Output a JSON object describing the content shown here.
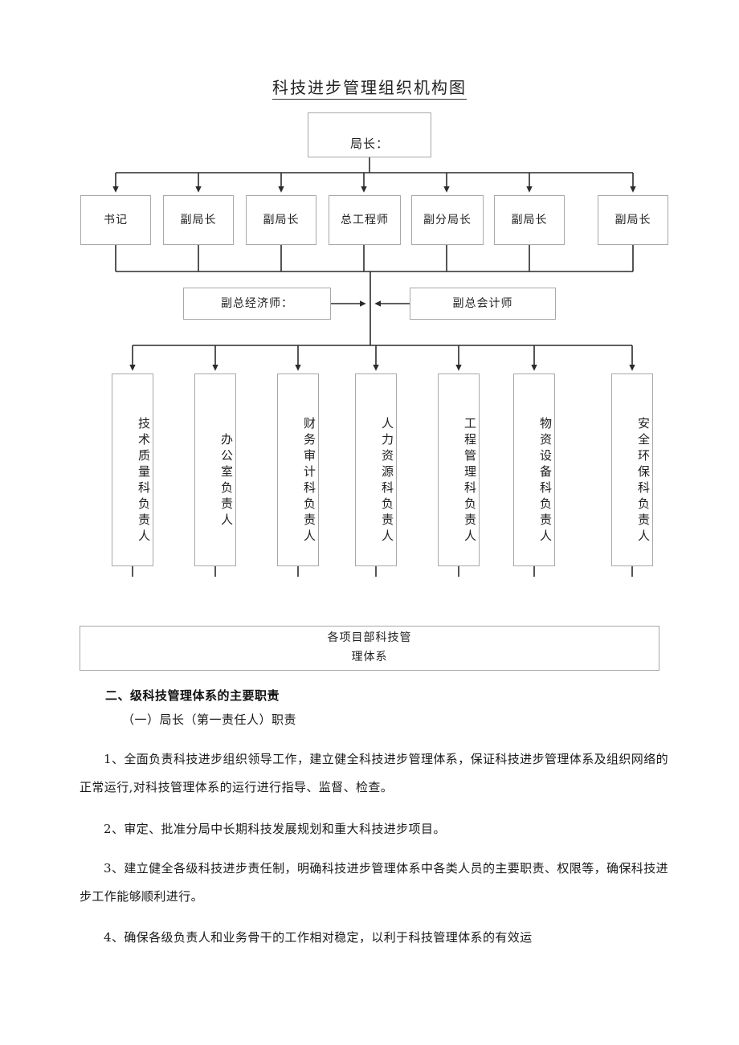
{
  "document": {
    "title": "科技进步管理组织机构图"
  },
  "org_chart": {
    "root": {
      "label": "局长："
    },
    "executive_row": [
      {
        "label": "书记"
      },
      {
        "label": "副局长"
      },
      {
        "label": "副局长"
      },
      {
        "label": "总工程师"
      },
      {
        "label": "副分局长"
      },
      {
        "label": "副局长"
      },
      {
        "label": "副局长"
      }
    ],
    "deputy_row": [
      {
        "label": "副总经济师："
      },
      {
        "label": "副总会计师"
      }
    ],
    "department_row": [
      {
        "label": "技术质量科负责人"
      },
      {
        "label": "办公室负责人"
      },
      {
        "label": "财务审计科负责人"
      },
      {
        "label": "人力资源科负责人"
      },
      {
        "label": "工程管理科负责人"
      },
      {
        "label": "物资设备科负责人"
      },
      {
        "label": "安全环保科负责人"
      }
    ],
    "footer": {
      "line1": "各项目部科技管",
      "line2": "理体系"
    },
    "colors": {
      "box_border": "#a8a8a8",
      "connector": "#2b2b2b",
      "text": "#1f1f1f"
    }
  },
  "content": {
    "heading": "二、级科技管理体系的主要职责",
    "subheading": "（一）局长（第一责任人）职责",
    "paragraphs": [
      "1、全面负责科技进步组织领导工作，建立健全科技进步管理体系，保证科技进步管理体系及组织网络的正常运行,对科技管理体系的运行进行指导、监督、检查。",
      "2、审定、批准分局中长期科技发展规划和重大科技进步项目。",
      "3、建立健全各级科技进步责任制，明确科技进步管理体系中各类人员的主要职责、权限等，确保科技进步工作能够顺利进行。",
      "4、确保各级负责人和业务骨干的工作相对稳定，以利于科技管理体系的有效运"
    ]
  }
}
